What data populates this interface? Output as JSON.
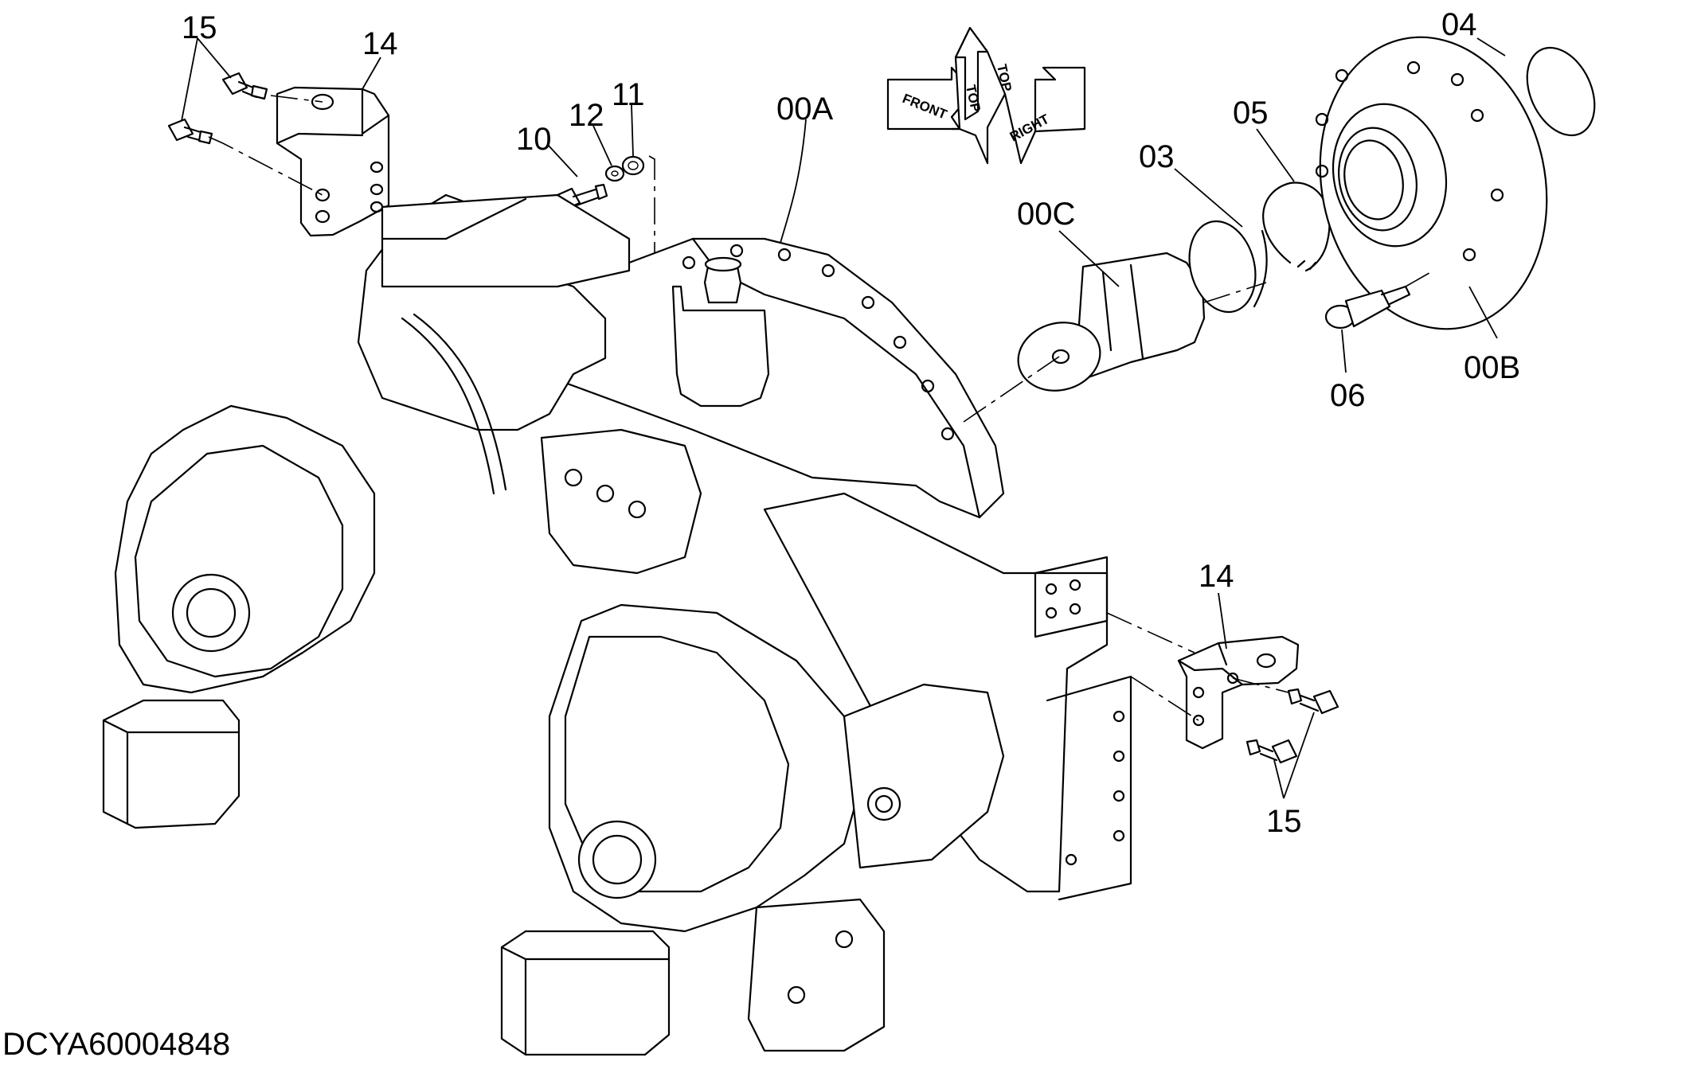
{
  "drawing_code": "DCYA60004848",
  "orientation_arrows": {
    "front": "FRONT",
    "top": "TOP",
    "right": "RIGHT"
  },
  "callouts": {
    "c15_top": "15",
    "c14_top": "14",
    "c10": "10",
    "c12": "12",
    "c11": "11",
    "c00A": "00A",
    "c00C": "00C",
    "c03": "03",
    "c05": "05",
    "c04": "04",
    "c06": "06",
    "c00B": "00B",
    "c14_right": "14",
    "c15_right": "15"
  }
}
